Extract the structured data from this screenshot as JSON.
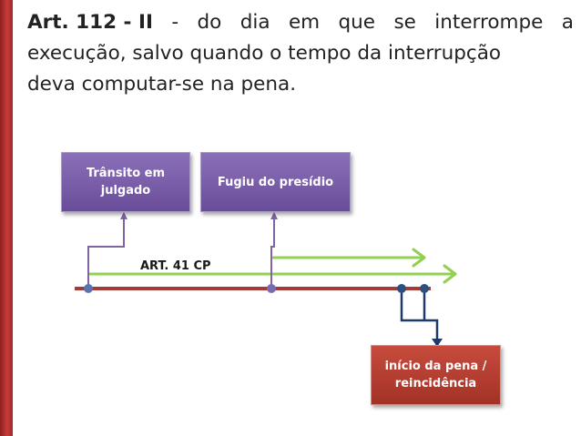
{
  "heading": {
    "line1_bold": "Art. 112 - II",
    "line1_words": [
      "-",
      "do",
      "dia",
      "em",
      "que",
      "se",
      "interrompe",
      "a"
    ],
    "line2": "execução, salvo quando o tempo da interrupção",
    "line3": "deva computar-se na pena."
  },
  "diagram": {
    "box_transito": "Trânsito em julgado",
    "box_fugiu": "Fugiu do presídio",
    "box_inicio": "início da pena / reincidência",
    "art_label": "ART. 41 CP"
  },
  "colors": {
    "accent_red": "#c0392b",
    "box_purple": "#7b5fa9",
    "arrow_green": "#92d050",
    "timeline_red": "#a33b36",
    "dot_blue": "#4f6fa8",
    "connector_navy": "#1f3a68",
    "connector_purple": "#8064a2"
  }
}
